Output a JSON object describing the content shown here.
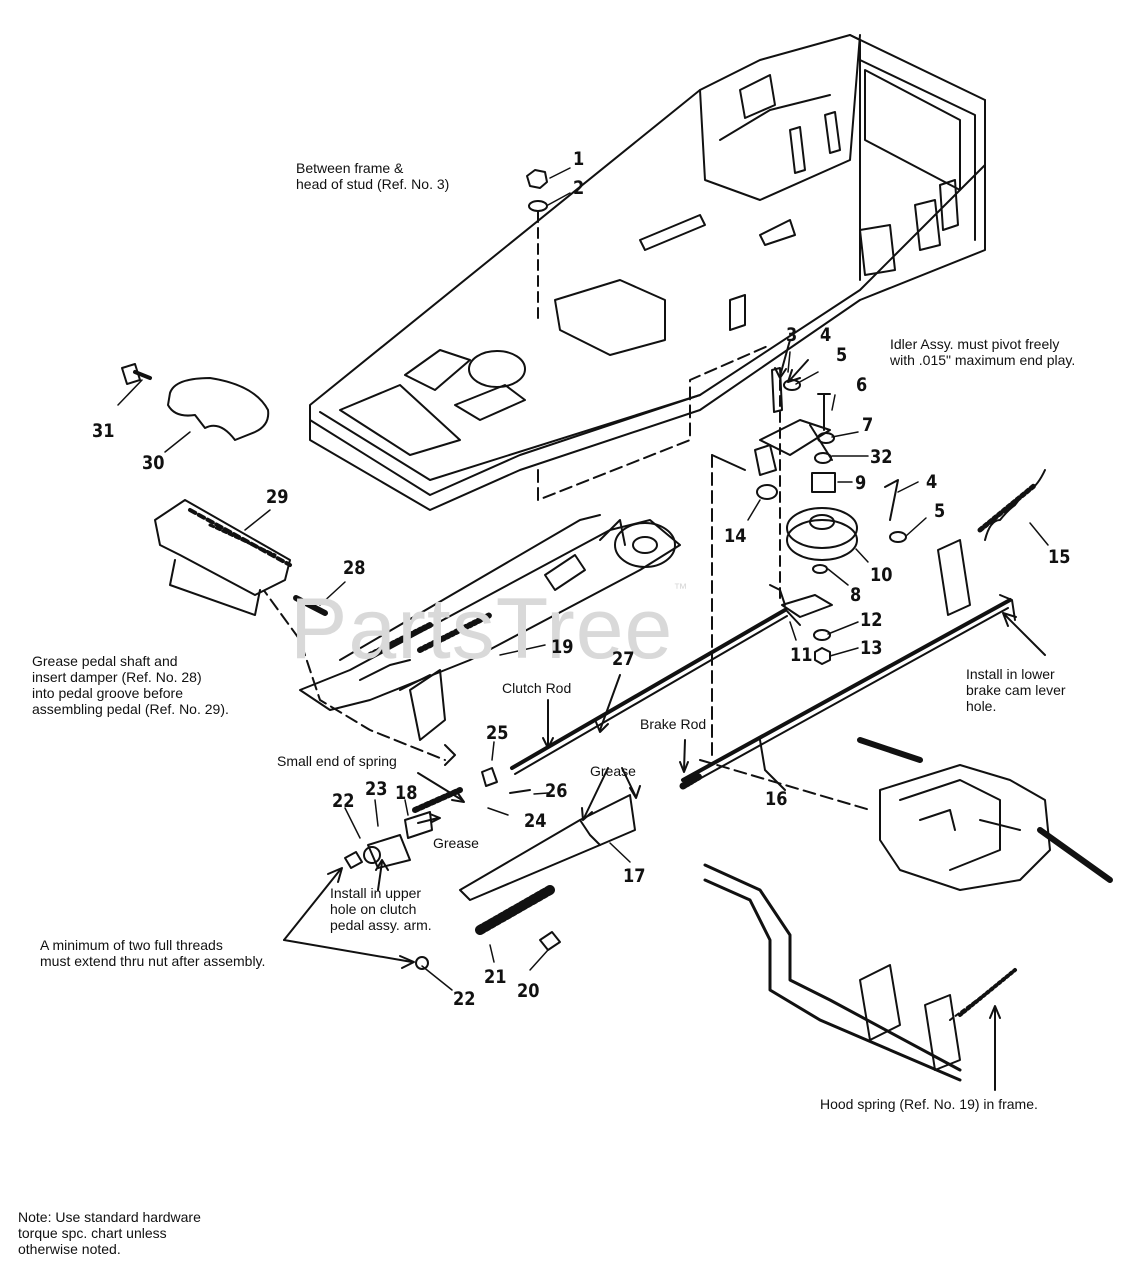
{
  "watermark": {
    "text": "PartsTree",
    "mark": "™"
  },
  "callouts": {
    "frame_stud": "Between frame &\nhead of stud (Ref. No. 3)",
    "idler": "Idler Assy. must pivot freely\nwith .015\" maximum end play.",
    "grease_pedal": "Grease pedal shaft and\ninsert damper (Ref. No. 28)\ninto pedal groove before\nassembling pedal (Ref. No. 29).",
    "clutch_rod": "Clutch Rod",
    "brake_rod": "Brake Rod",
    "brake_cam": "Install in lower\nbrake cam lever\nhole.",
    "small_end": "Small end of spring",
    "grease_1": "Grease",
    "grease_2": "Grease",
    "upper_hole": "Install in upper\nhole on clutch\npedal assy. arm.",
    "threads": "A minimum of two full threads\nmust extend thru nut after assembly.",
    "hood_spring": "Hood spring (Ref. No. 19) in frame.",
    "note": "Note: Use standard hardware\ntorque spc. chart unless\notherwise noted."
  },
  "part_numbers": {
    "n1": "1",
    "n2": "2",
    "n3": "3",
    "n4a": "4",
    "n5a": "5",
    "n6": "6",
    "n7": "7",
    "n32": "32",
    "n9": "9",
    "n14": "14",
    "n4b": "4",
    "n5b": "5",
    "n15": "15",
    "n10": "10",
    "n8": "8",
    "n12": "12",
    "n11": "11",
    "n13": "13",
    "n31": "31",
    "n30": "30",
    "n29": "29",
    "n28": "28",
    "n19": "19",
    "n27": "27",
    "n25": "25",
    "n26": "26",
    "n16": "16",
    "n22a": "22",
    "n23": "23",
    "n18": "18",
    "n24": "24",
    "n17": "17",
    "n21": "21",
    "n20": "20",
    "n22b": "22"
  },
  "icons": [
    "hex-nut-icon",
    "washer-icon",
    "spring-icon",
    "pulley-icon",
    "bolt-icon",
    "rod-icon",
    "frame-icon",
    "transmission-icon",
    "pedal-icon"
  ]
}
